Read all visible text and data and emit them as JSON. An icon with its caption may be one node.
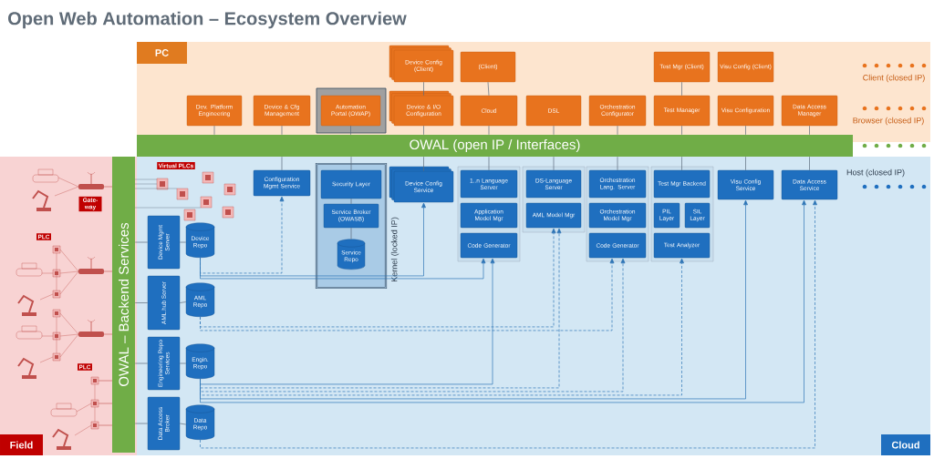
{
  "diagram": {
    "title": "Open Web Automation – Ecosystem Overview",
    "nodes": [
      {
        "text": [
          "PC"
        ]
      },
      {
        "text": [
          "Field"
        ]
      },
      {
        "text": [
          "Cloud"
        ]
      },
      {
        "text": [
          "OWAL (open IP / Interfaces)"
        ]
      },
      {
        "text": [
          "OWAL – Backend Services"
        ],
        "in": 1
      },
      {
        "text": [
          "Device Config (Client)"
        ],
        "in": 0
      },
      {
        "text": [
          "(Client)"
        ],
        "in": 0
      },
      {
        "text": [
          "Test Mgr (Client)"
        ],
        "in": 0
      },
      {
        "text": [
          "Visu Config (Client)"
        ],
        "in": 0
      },
      {
        "text": [
          "Dev. Platform Engineering"
        ],
        "in": 0
      },
      {
        "text": [
          "Device & Cfg Management"
        ],
        "in": 0
      },
      {
        "text": [
          "Automation Portal (OWAP)"
        ],
        "in": 0
      },
      {
        "text": [
          "Device & I/O Configuration"
        ],
        "in": 0
      },
      {
        "text": [
          "Cloud"
        ],
        "in": 0
      },
      {
        "text": [
          "DSL"
        ],
        "in": 0
      },
      {
        "text": [
          "Orchestration Configurator"
        ],
        "in": 0
      },
      {
        "text": [
          "Test Manager"
        ],
        "in": 0
      },
      {
        "text": [
          "Visu Configuration"
        ],
        "in": 0
      },
      {
        "text": [
          "Data Access Manager"
        ],
        "in": 0
      },
      {
        "text": [
          "Configuration Mgmt Service"
        ],
        "in": 2
      },
      {
        "text": [
          "Kernel (locked IP)"
        ],
        "in": 2
      },
      {
        "text": [
          "Security Layer"
        ],
        "in": 20
      },
      {
        "text": [
          "Service Broker (OWASB)"
        ],
        "in": 20
      },
      {
        "text": [
          "Service Repo"
        ],
        "in": 20
      },
      {
        "text": [
          "Device Config Service"
        ],
        "in": 2
      },
      {
        "text": [],
        "shape": "box",
        "in": 2
      },
      {
        "text": [
          "1..n Language Server"
        ],
        "in": 25
      },
      {
        "text": [
          "Application Model Mgr"
        ],
        "in": 25
      },
      {
        "text": [
          "Code Generator"
        ],
        "in": 25
      },
      {
        "text": [],
        "shape": "box",
        "in": 2
      },
      {
        "text": [
          "DS-Language Server"
        ],
        "in": 29
      },
      {
        "text": [
          "AML Model Mgr"
        ],
        "in": 29
      },
      {
        "text": [],
        "shape": "box",
        "in": 2
      },
      {
        "text": [
          "Orchestration Lang. Server"
        ],
        "in": 32
      },
      {
        "text": [
          "Orchestration Model Mgr"
        ],
        "in": 32
      },
      {
        "text": [
          "Code Generator"
        ],
        "in": 32
      },
      {
        "text": [],
        "shape": "box",
        "in": 2
      },
      {
        "text": [
          "Test Mgr Backend"
        ],
        "in": 36
      },
      {
        "text": [
          "PIL Layer"
        ],
        "in": 36
      },
      {
        "text": [
          "SIL Layer"
        ],
        "in": 36
      },
      {
        "text": [
          "Test Analyzer"
        ],
        "in": 36
      },
      {
        "text": [
          "Visu Config Service"
        ],
        "in": 2
      },
      {
        "text": [
          "Data Access Service"
        ],
        "in": 2
      },
      {
        "text": [
          "Device Mgmt Server"
        ],
        "in": 2
      },
      {
        "text": [
          "Device Repo"
        ],
        "in": 2
      },
      {
        "text": [
          "AML.hub Server"
        ],
        "in": 2
      },
      {
        "text": [
          "AML Repo"
        ],
        "in": 2
      },
      {
        "text": [
          "Engineering Repo Services"
        ],
        "in": 2
      },
      {
        "text": [
          "Engin. Repo"
        ],
        "in": 2
      },
      {
        "text": [
          "Data Access Broker"
        ],
        "in": 2
      },
      {
        "text": [
          "Data Repo"
        ],
        "in": 2
      }
    ],
    "edges": [
      {
        "from": 5,
        "to": 12,
        "arrow": "none"
      },
      {
        "from": 6,
        "to": 13,
        "arrow": "none"
      },
      {
        "from": 7,
        "to": 16,
        "arrow": "none"
      },
      {
        "from": 9,
        "to": 3,
        "arrow": "none"
      },
      {
        "from": 10,
        "to": 3,
        "arrow": "none"
      },
      {
        "from": 11,
        "to": 3,
        "arrow": "none"
      },
      {
        "from": 12,
        "to": 3,
        "arrow": "none"
      },
      {
        "from": 13,
        "to": 3,
        "arrow": "none"
      },
      {
        "from": 14,
        "to": 3,
        "arrow": "none"
      },
      {
        "from": 15,
        "to": 3,
        "arrow": "none"
      },
      {
        "from": 16,
        "to": 3,
        "arrow": "none"
      },
      {
        "from": 17,
        "to": 3,
        "arrow": "none"
      },
      {
        "from": 18,
        "to": 3,
        "arrow": "none"
      },
      {
        "from": 3,
        "to": 19,
        "arrow": "none"
      },
      {
        "from": 3,
        "to": 21,
        "arrow": "none"
      },
      {
        "from": 3,
        "to": 24,
        "arrow": "none"
      },
      {
        "from": 3,
        "to": 26,
        "arrow": "none"
      },
      {
        "from": 3,
        "to": 30,
        "arrow": "none"
      },
      {
        "from": 3,
        "to": 33,
        "arrow": "none"
      },
      {
        "from": 3,
        "to": 37,
        "arrow": "none"
      },
      {
        "from": 3,
        "to": 41,
        "arrow": "none"
      },
      {
        "from": 3,
        "to": 42,
        "arrow": "none"
      },
      {
        "from": 21,
        "to": 22,
        "arrow": "none"
      },
      {
        "from": 22,
        "to": 23,
        "arrow": "none"
      },
      {
        "from": 4,
        "to": 43,
        "arrow": "none"
      },
      {
        "from": 4,
        "to": 45,
        "arrow": "none"
      },
      {
        "from": 4,
        "to": 47,
        "arrow": "none"
      },
      {
        "from": 4,
        "to": 49,
        "arrow": "none"
      },
      {
        "from": 43,
        "to": 44,
        "arrow": "none"
      },
      {
        "from": 45,
        "to": 46,
        "arrow": "none"
      },
      {
        "from": 47,
        "to": 48,
        "arrow": "none"
      },
      {
        "from": 49,
        "to": 50,
        "arrow": "none"
      },
      {
        "from": 44,
        "to": 19,
        "arrow": "to",
        "style": "dashed",
        "color": "#2e75b6"
      },
      {
        "from": 44,
        "to": 24,
        "arrow": "to",
        "color": "#2e75b6"
      },
      {
        "from": 44,
        "to": 28,
        "arrow": "to",
        "color": "#2e75b6"
      },
      {
        "from": 46,
        "to": 31,
        "arrow": "to",
        "style": "dashed",
        "color": "#2e75b6"
      },
      {
        "from": 46,
        "to": 35,
        "arrow": "to",
        "style": "dashed",
        "color": "#2e75b6"
      },
      {
        "from": 48,
        "to": 28,
        "arrow": "to",
        "color": "#2e75b6"
      },
      {
        "from": 48,
        "to": 31,
        "arrow": "to",
        "style": "dashed",
        "color": "#2e75b6"
      },
      {
        "from": 48,
        "to": 35,
        "arrow": "to",
        "style": "dashed",
        "color": "#2e75b6"
      },
      {
        "from": 48,
        "to": 40,
        "arrow": "to",
        "style": "dashed",
        "color": "#2e75b6"
      },
      {
        "from": 48,
        "to": 41,
        "arrow": "to",
        "color": "#2e75b6"
      },
      {
        "from": 48,
        "to": 42,
        "arrow": "to",
        "color": "#2e75b6"
      },
      {
        "from": 50,
        "to": 42,
        "arrow": "to",
        "style": "dashed",
        "color": "#2e75b6"
      }
    ],
    "labels": [
      "Client (closed IP)",
      "Browser (closed IP)",
      "Host (closed IP)",
      "Virtual PLCs",
      "Gate-way",
      "PLC",
      "PLC"
    ]
  }
}
